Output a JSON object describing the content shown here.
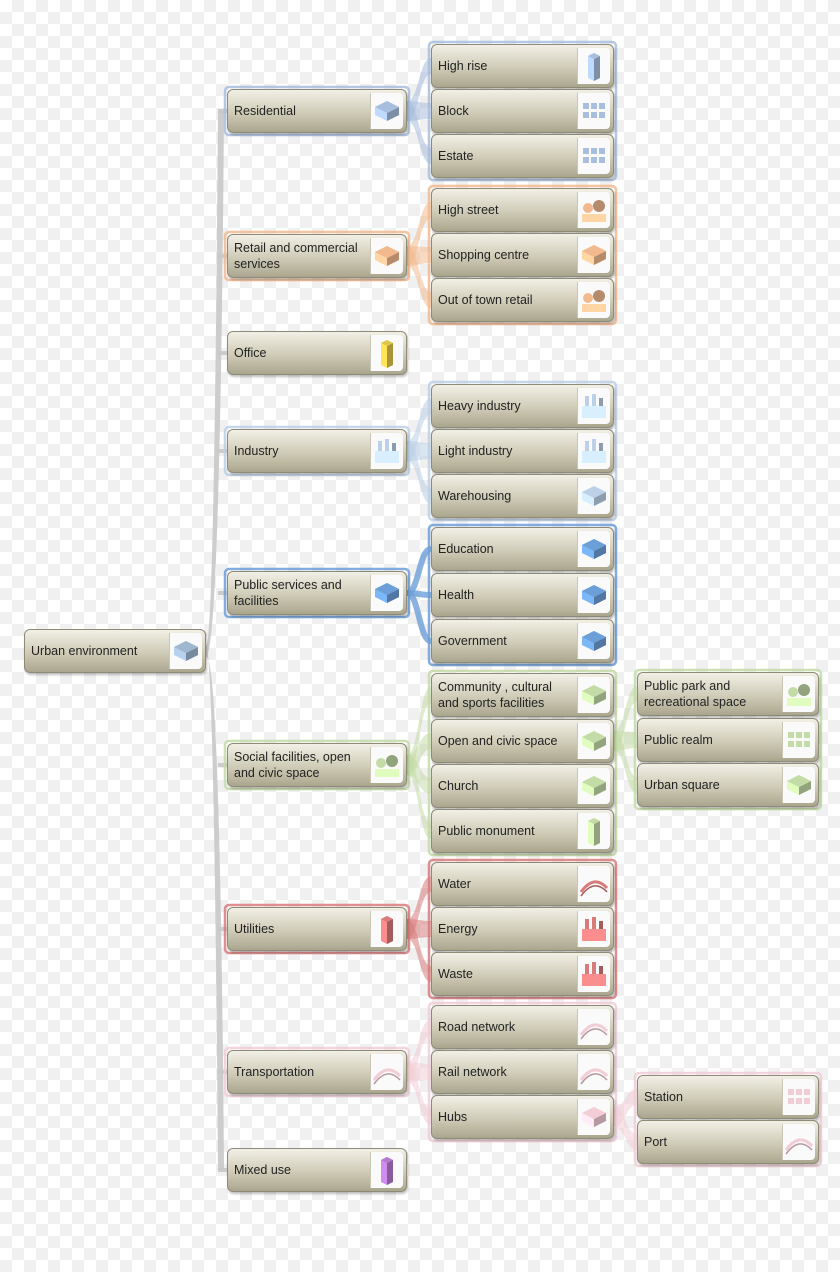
{
  "root": {
    "label": "Urban environment",
    "icon": "city-model-icon"
  },
  "categories": [
    {
      "id": "residential",
      "label": "Residential",
      "icon": "house-icon",
      "color": "#a7bede",
      "children": [
        {
          "label": "High rise",
          "icon": "tower-icon"
        },
        {
          "label": "Block",
          "icon": "block-grid-icon"
        },
        {
          "label": "Estate",
          "icon": "estate-icon"
        }
      ]
    },
    {
      "id": "retail",
      "label": "Retail and commercial services",
      "icon": "shops-icon",
      "color": "#f3b98e",
      "children": [
        {
          "label": "High street",
          "icon": "street-buildings-icon"
        },
        {
          "label": "Shopping centre",
          "icon": "mall-icon"
        },
        {
          "label": "Out of town retail",
          "icon": "retail-park-icon"
        }
      ]
    },
    {
      "id": "office",
      "label": "Office",
      "icon": "office-tower-icon",
      "color": "#e0c74a",
      "children": []
    },
    {
      "id": "industry",
      "label": "Industry",
      "icon": "factory-icon",
      "color": "#bcd0e8",
      "children": [
        {
          "label": "Heavy industry",
          "icon": "heavy-industry-icon"
        },
        {
          "label": "Light industry",
          "icon": "light-industry-icon"
        },
        {
          "label": "Warehousing",
          "icon": "warehouse-icon"
        }
      ]
    },
    {
      "id": "public",
      "label": "Public services and facilities",
      "icon": "public-building-icon",
      "color": "#6c9fd8",
      "children": [
        {
          "label": "Education",
          "icon": "school-icon"
        },
        {
          "label": "Health",
          "icon": "hospital-icon"
        },
        {
          "label": "Government",
          "icon": "government-icon"
        }
      ]
    },
    {
      "id": "social",
      "label": "Social facilities, open and civic space",
      "icon": "park-icon",
      "color": "#c3dba6",
      "children": [
        {
          "label": "Community , cultural and sports facilities",
          "icon": "stadium-icon"
        },
        {
          "label": "Open and civic space",
          "icon": "civic-space-icon",
          "children": [
            {
              "label": "Public park and recreational space",
              "icon": "trees-icon"
            },
            {
              "label": "Public realm",
              "icon": "public-realm-icon"
            },
            {
              "label": "Urban square",
              "icon": "square-icon"
            }
          ]
        },
        {
          "label": "Church",
          "icon": "church-icon"
        },
        {
          "label": "Public monument",
          "icon": "monument-icon"
        }
      ]
    },
    {
      "id": "utilities",
      "label": "Utilities",
      "icon": "cooling-towers-icon",
      "color": "#d97b7b",
      "children": [
        {
          "label": "Water",
          "icon": "water-pipe-icon"
        },
        {
          "label": "Energy",
          "icon": "power-plant-icon"
        },
        {
          "label": "Waste",
          "icon": "waste-plant-icon"
        }
      ]
    },
    {
      "id": "transport",
      "label": "Transportation",
      "icon": "transport-icon",
      "color": "#f2cdd6",
      "children": [
        {
          "label": "Road network",
          "icon": "road-icon"
        },
        {
          "label": "Rail network",
          "icon": "rail-icon"
        },
        {
          "label": "Hubs",
          "icon": "hub-icon",
          "children": [
            {
              "label": "Station",
              "icon": "station-icon"
            },
            {
              "label": "Port",
              "icon": "port-icon"
            }
          ]
        }
      ]
    },
    {
      "id": "mixed",
      "label": "Mixed use",
      "icon": "mixed-use-icon",
      "color": "#b57ad0",
      "children": []
    }
  ]
}
